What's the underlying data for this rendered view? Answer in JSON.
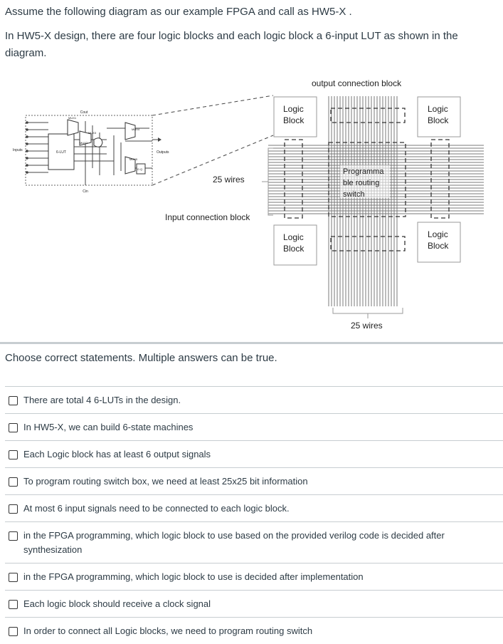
{
  "intro": {
    "line1": "Assume the following diagram as our example FPGA and call as HW5-X .",
    "line2": "In HW5-X design, there are four logic blocks and each logic block a 6-input LUT  as shown in the diagram."
  },
  "diagram": {
    "output_connection_block": "output connection block",
    "input_connection_block": "Input connection block",
    "wires_left": "25 wires",
    "wires_bottom": "25 wires",
    "logic_block_1": "Logic",
    "logic_block_2": "Block",
    "switch_lines": [
      "Programma",
      "ble routing",
      "switch"
    ],
    "cell": {
      "cout": "Cout",
      "cin": "Cin",
      "inputs": "Inputs",
      "outputs": "Outputs",
      "lut": "6-LUT",
      "mux1": "MUX1",
      "mux2": "MUX2",
      "mux3": "MUX3",
      "mux4": "MUX4",
      "mux5": "MUX5",
      "dq": "D Q"
    }
  },
  "question": {
    "prompt": "Choose correct statements. Multiple answers can be true."
  },
  "answers": [
    "There are total 4 6-LUTs in the design.",
    "In HW5-X, we can build 6-state machines",
    "Each Logic block has at least 6 output signals",
    "To program routing switch box, we need at least 25x25 bit information",
    "At most 6 input signals need to be connected to each logic block.",
    "in the FPGA programming, which logic block to use based on the provided verilog code is decided after synthesization",
    "in the FPGA programming, which logic block to use is decided after implementation",
    "Each logic block should receive a clock signal",
    "In order to connect all Logic blocks, we need to program routing switch"
  ]
}
